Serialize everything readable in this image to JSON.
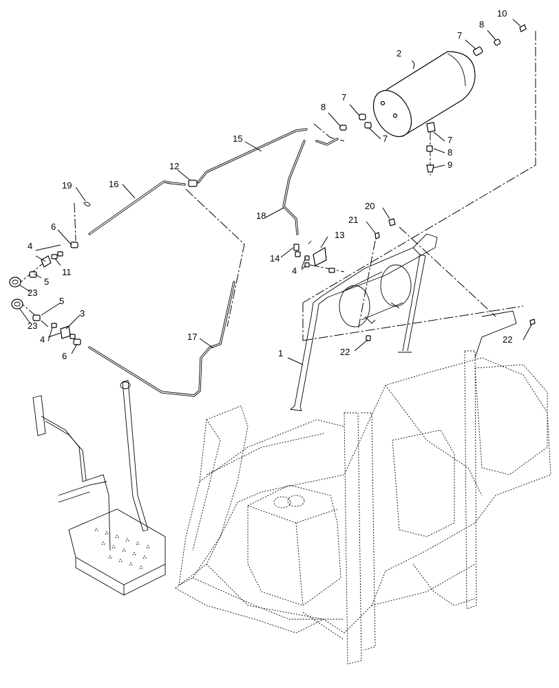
{
  "callouts": {
    "c1": "1",
    "c2": "2",
    "c3": "3",
    "c4a": "4",
    "c4b": "4",
    "c4c": "4",
    "c5a": "5",
    "c5b": "5",
    "c6a": "6",
    "c6b": "6",
    "c7a": "7",
    "c7b": "7",
    "c7c": "7",
    "c7d": "7",
    "c8a": "8",
    "c8b": "8",
    "c8c": "8",
    "c9": "9",
    "c10": "10",
    "c11": "11",
    "c12": "12",
    "c13": "13",
    "c14": "14",
    "c15": "15",
    "c16": "16",
    "c17": "17",
    "c18": "18",
    "c19": "19",
    "c20": "20",
    "c21": "21",
    "c22a": "22",
    "c22b": "22",
    "c23a": "23",
    "c23b": "23"
  }
}
